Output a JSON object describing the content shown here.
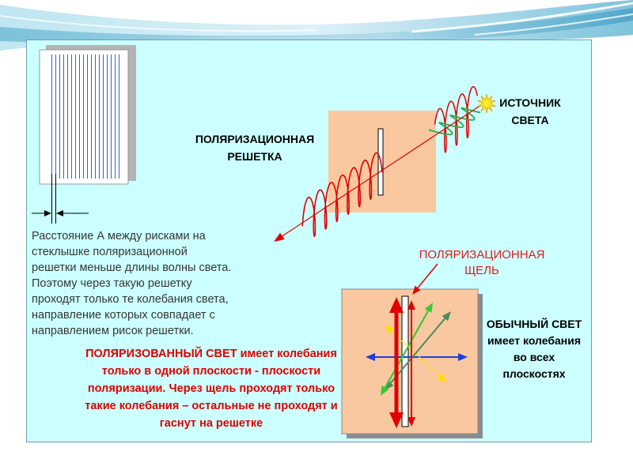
{
  "slide": {
    "grating_label": {
      "line1": "ПОЛЯРИЗАЦИОННАЯ",
      "line2": "РЕШЕТКА"
    },
    "source_label": {
      "line1": "ИСТОЧНИК",
      "line2": "СВЕТА"
    },
    "slit_label": {
      "line1": "ПОЛЯРИЗАЦИОННАЯ",
      "line2": "ЩЕЛЬ"
    },
    "ordinary_light_note": [
      "ОБЫЧНЫЙ СВЕТ",
      "имеет колебания",
      "во всех",
      "плоскостях"
    ],
    "grating_description": [
      "Расстояние А между рисками на",
      "стеклышке поляризационной",
      "решетки меньше длины волны света.",
      "Поэтому через такую решетку",
      "проходят только те колебания света,",
      "направление которых совпадает с",
      "направлением рисок решетки."
    ],
    "polarized_light_note": [
      "ПОЛЯРИЗОВАННЫЙ СВЕТ имеет колебания",
      "только в одной плоскости - плоскости",
      "поляризации. Через щель проходят только",
      "такие колебания – остальные не проходят и",
      "гаснут на решетке"
    ]
  },
  "colors": {
    "grating_rulings": "#3b5fcf",
    "polarized_wave": "#e00000",
    "unpolarized_component": "#2fa84a",
    "light_source": "#ffee22",
    "horizontal_vibration": "#1d3ee0",
    "diagonal_vibration_green": "#33cc33",
    "diagonal_vibration_dark": "#4d8a62",
    "diagonal_vibration_yellow": "#ffdd00"
  }
}
